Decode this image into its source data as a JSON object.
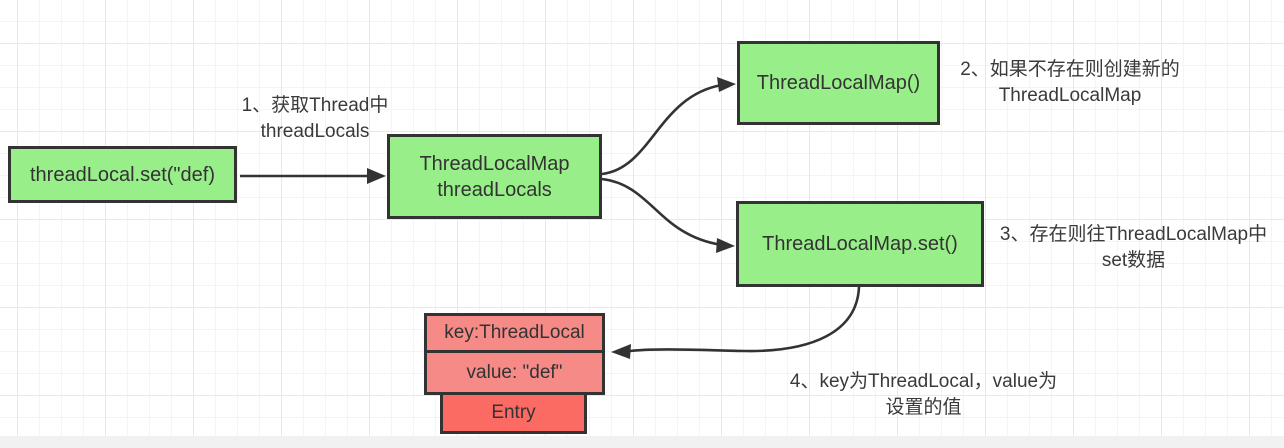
{
  "diagram": {
    "nodes": {
      "start": {
        "label": "threadLocal.set(\"def)"
      },
      "thread_local_map": {
        "line1": "ThreadLocalMap",
        "line2": "threadLocals"
      },
      "create_map": {
        "label": "ThreadLocalMap()"
      },
      "map_set": {
        "label": "ThreadLocalMap.set()"
      },
      "entry_key": {
        "label": "key:ThreadLocal"
      },
      "entry_value": {
        "label": "value: \"def\""
      },
      "entry": {
        "label": "Entry"
      }
    },
    "annotations": {
      "step1": {
        "line1": "1、获取Thread中",
        "line2": "threadLocals"
      },
      "step2": {
        "line1": "2、如果不存在则创建新的",
        "line2": "ThreadLocalMap"
      },
      "step3": {
        "line1": "3、存在则往ThreadLocalMap中",
        "line2": "set数据"
      },
      "step4": {
        "line1": "4、key为ThreadLocal，value为",
        "line2": "设置的值"
      }
    },
    "colors": {
      "node_green": "#98EF89",
      "node_salmon": "#F58A87",
      "node_red": "#FB6B64",
      "stroke": "#333333",
      "grid_minor": "#f4f4f4",
      "grid_major": "#e8e8e8",
      "canvas_background": "#ffffff",
      "footer_strip": "#f1f1f1"
    }
  }
}
